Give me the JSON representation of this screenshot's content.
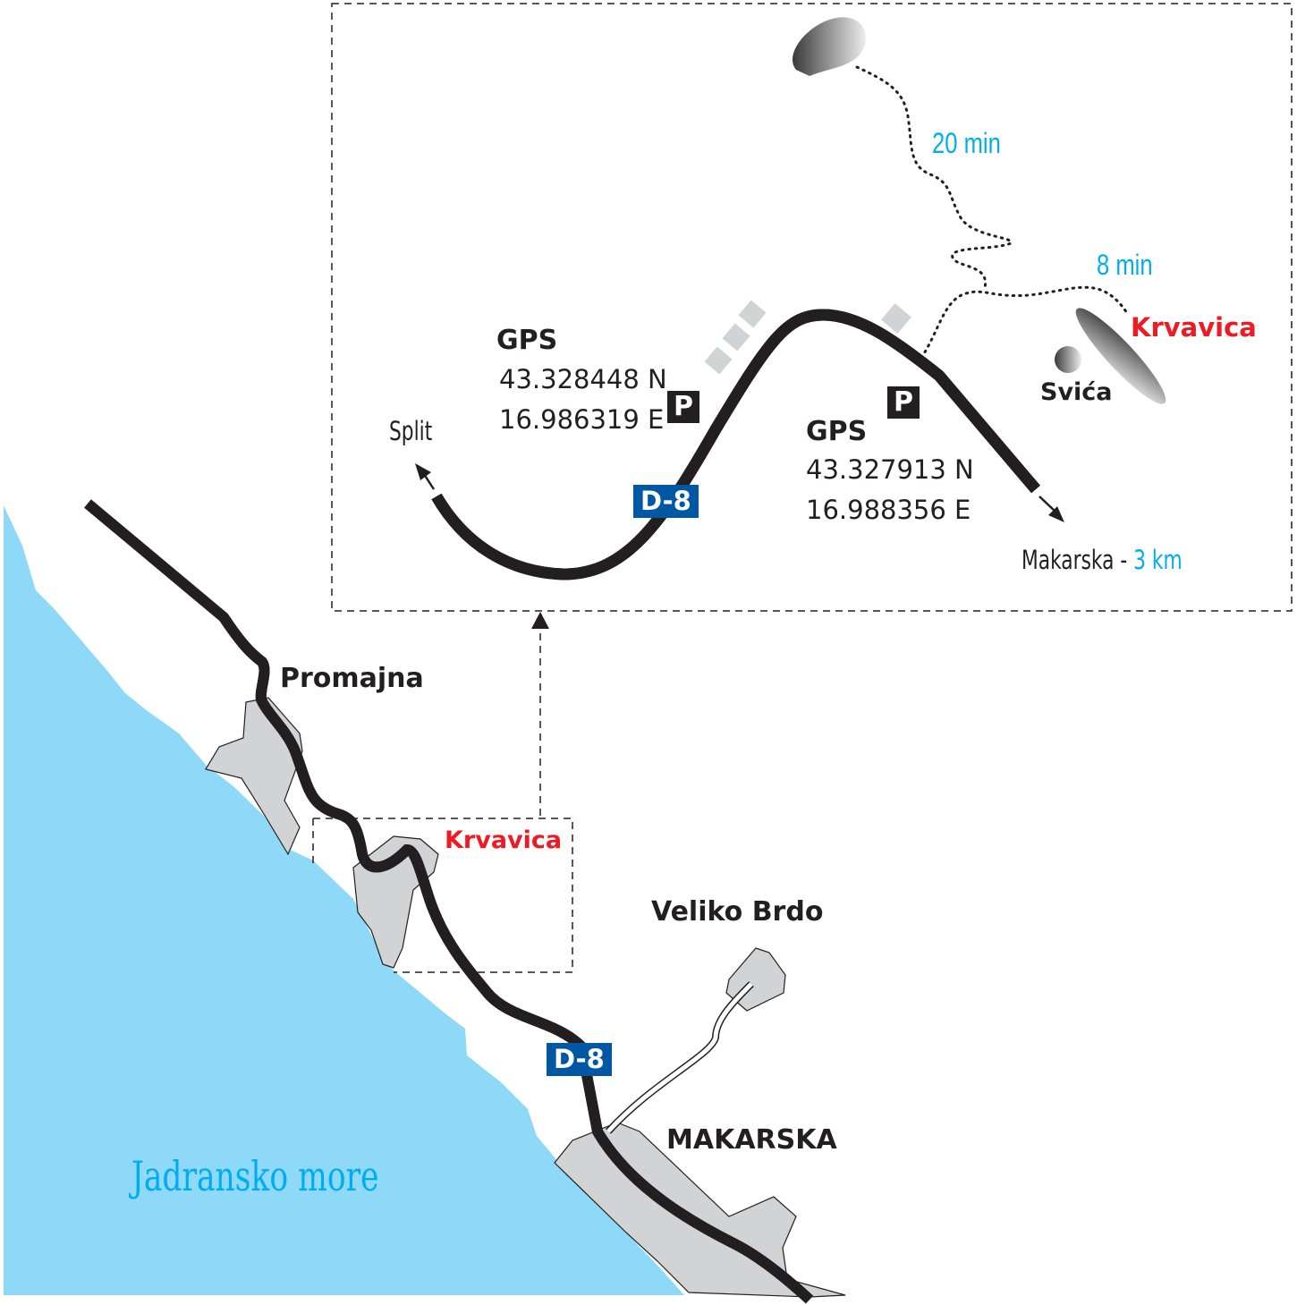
{
  "colors": {
    "sea": "#8ed8f8",
    "road": "#fff200",
    "town": "#d1d3d4",
    "accent_blue": "#00aeef",
    "highlight_red": "#ed1c24",
    "road_badge": "#0057a4"
  },
  "overview": {
    "sea_label": "Jadransko more",
    "places": [
      "Promajna",
      "Krvavica",
      "Veliko Brdo",
      "MAKARSKA"
    ],
    "road_badge": "D-8"
  },
  "inset": {
    "road_badge": "D-8",
    "parking_label": "P",
    "gps_left": {
      "title": "GPS",
      "lat": "43.328448 N",
      "lon": "16.986319 E"
    },
    "gps_right": {
      "title": "GPS",
      "lat": "43.327913 N",
      "lon": "16.988356 E"
    },
    "direction_left": "Split",
    "direction_right": {
      "town": "Makarska - ",
      "distance": "3 km"
    },
    "walk_long": "20 min",
    "walk_short": "8 min",
    "krvavica": "Krvavica",
    "svica": "Svića"
  }
}
